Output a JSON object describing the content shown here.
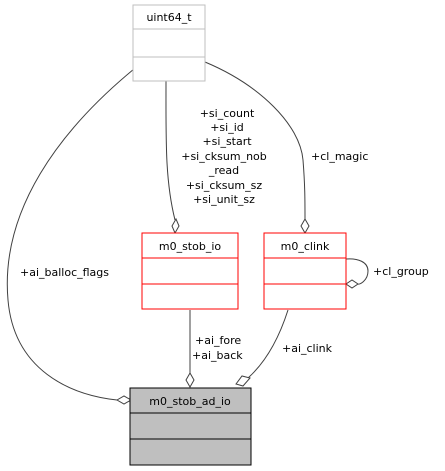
{
  "nodes": {
    "uint64": {
      "title": "uint64_t",
      "border_color": "#bfbfbf",
      "fill_color": "#ffffff"
    },
    "stob_io": {
      "title": "m0_stob_io",
      "border_color": "#ff0000",
      "fill_color": "#ffffff"
    },
    "clink": {
      "title": "m0_clink",
      "border_color": "#ff0000",
      "fill_color": "#ffffff"
    },
    "stob_ad_io": {
      "title": "m0_stob_ad_io",
      "border_color": "#000000",
      "fill_color": "#bfbfbf"
    }
  },
  "edges": {
    "balloc_flags": {
      "from": "uint64_t",
      "to": "m0_stob_ad_io",
      "labels": [
        "+ai_balloc_flags"
      ]
    },
    "si_fields": {
      "from": "uint64_t",
      "to": "m0_stob_io",
      "labels": [
        "+si_count",
        "+si_id",
        "+si_start",
        "+si_cksum_nob",
        "_read",
        "+si_cksum_sz",
        "+si_unit_sz"
      ]
    },
    "cl_magic": {
      "from": "uint64_t",
      "to": "m0_clink",
      "labels": [
        "+cl_magic"
      ]
    },
    "cl_group": {
      "from": "m0_clink",
      "to": "m0_clink",
      "labels": [
        "+cl_group"
      ]
    },
    "fore_back": {
      "from": "m0_stob_io",
      "to": "m0_stob_ad_io",
      "labels": [
        "+ai_fore",
        "+ai_back"
      ]
    },
    "ai_clink": {
      "from": "m0_clink",
      "to": "m0_stob_ad_io",
      "labels": [
        "+ai_clink"
      ]
    }
  },
  "colors": {
    "edge": "#404040",
    "text": "#000000"
  }
}
